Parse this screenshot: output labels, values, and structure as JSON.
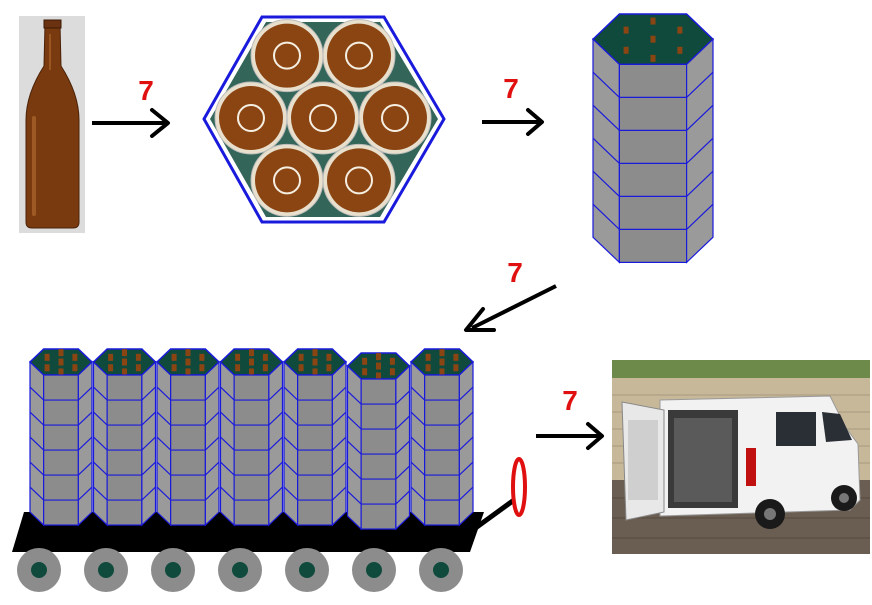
{
  "multipliers": [
    "7",
    "7",
    "7",
    "7"
  ],
  "colors": {
    "bottle_amber": "#7a3a0f",
    "bottle_highlight": "#a8632a",
    "bottle_cap_brown": "#8b4513",
    "bottle_rim": "#e8e0cc",
    "pack_fill": "#0f4a3c",
    "pack_border": "#1a1adc",
    "column_grey": "#8c8c8c",
    "column_edge": "#1a1adc",
    "arrow": "#000000",
    "multiplier_red": "#e01010",
    "platform": "#000000",
    "wheel_grey": "#8c8c8c",
    "wheel_hub": "#0f4a3c",
    "handle_red": "#e01010",
    "van_white": "#f2f2f2",
    "van_wall": "#c8b89a",
    "van_ground": "#6a5e52"
  },
  "icons": [
    "bottle-icon",
    "arrow-right-icon",
    "arrow-down-left-icon",
    "pallet-icon",
    "van-icon",
    "wheel-icon",
    "handle-icon"
  ],
  "pack_bottle_count": 7,
  "column_layer_count": 6,
  "pallet_column_count": 7,
  "pallet_wheel_count": 7
}
